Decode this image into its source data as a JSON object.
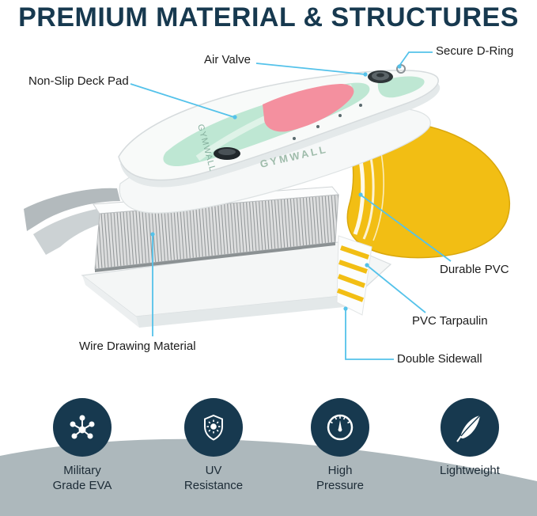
{
  "title": "PREMIUM MATERIAL & STRUCTURES",
  "brand": {
    "deck_side": "GYMWALL",
    "deck_bottom": "GYMWALL"
  },
  "callouts": {
    "air_valve": "Air Valve",
    "secure_d_ring": "Secure D-Ring",
    "non_slip_deck_pad": "Non-Slip Deck Pad",
    "durable_pvc": "Durable PVC",
    "pvc_tarpaulin": "PVC Tarpaulin",
    "double_sidewall": "Double Sidewall",
    "wire_drawing_material": "Wire Drawing Material"
  },
  "features": [
    {
      "icon": "molecule-icon",
      "lines": [
        "Military",
        "Grade EVA"
      ]
    },
    {
      "icon": "uv-shield-icon",
      "lines": [
        "UV",
        "Resistance"
      ]
    },
    {
      "icon": "pressure-gauge-icon",
      "lines": [
        "High",
        "Pressure"
      ]
    },
    {
      "icon": "feather-icon",
      "lines": [
        "Lightweight"
      ]
    }
  ],
  "colors": {
    "title_navy": "#17394F",
    "callout_line_blue": "#54C2EA",
    "badge_circle_navy": "#17394F",
    "band_gray": "#ADB8BC",
    "rail_yellow": "#F2BE14",
    "deck_pad_mint": "#BEE7D3",
    "deck_pad_pink": "#F4909F"
  }
}
